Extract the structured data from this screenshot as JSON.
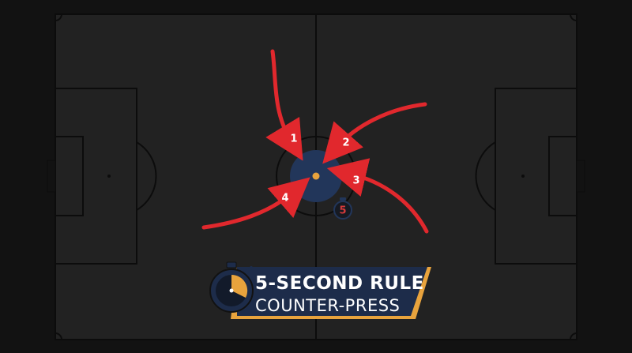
{
  "arrows": [
    {
      "label": "1"
    },
    {
      "label": "2"
    },
    {
      "label": "3"
    },
    {
      "label": "4"
    }
  ],
  "timer_badge": {
    "label": "5"
  },
  "banner": {
    "line1": "5-SECOND RULE",
    "line2": "COUNTER-PRESS"
  },
  "colors": {
    "pitch": "#222222",
    "lines": "#0c0c0c",
    "arrow": "#e1282d",
    "ball_zone": "#22365a",
    "ball": "#e8a33d",
    "banner": "#1d2c4a",
    "banner_accent": "#e8a33d",
    "timer_face": "#1d2c4a",
    "timer_fill": "#e8a33d"
  }
}
